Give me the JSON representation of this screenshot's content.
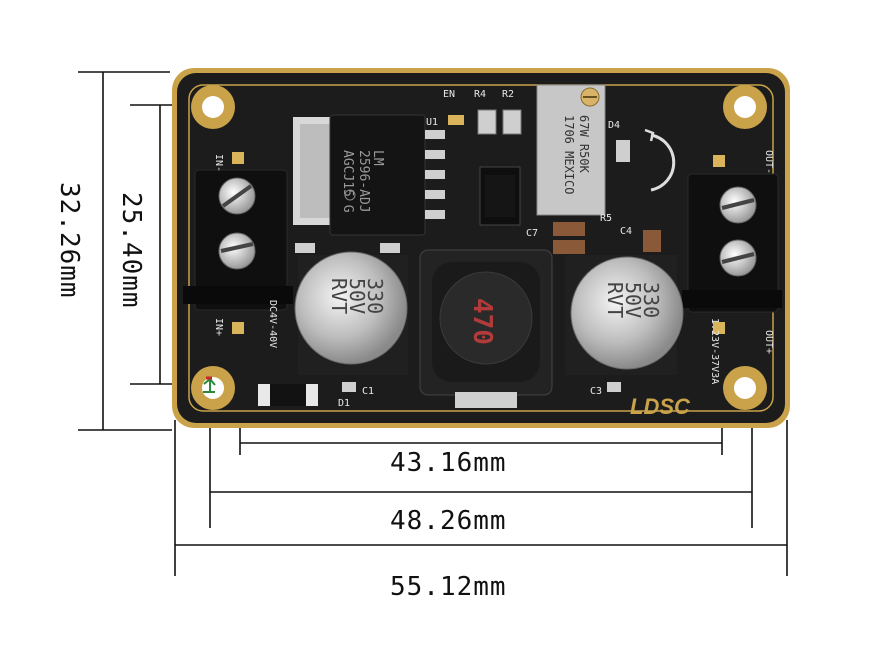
{
  "dimensions": {
    "total_width": "55.12mm",
    "hole_pitch_width": "48.26mm",
    "inner_width": "43.16mm",
    "total_height": "32.26mm",
    "hole_pitch_height": "25.40mm"
  },
  "pcb": {
    "brand": "LDSC",
    "ic_label_1": "LM",
    "ic_label_2": "2596-ADJ",
    "ic_label_3": "AGCJ15 G",
    "pot_label_1": "67W R50K",
    "pot_label_2": "1706 MEXICO",
    "cap_left": [
      "330",
      "50V",
      "RVT"
    ],
    "cap_right": [
      "330",
      "50V",
      "RVT"
    ],
    "inductor_label": "470",
    "silk": {
      "en": "EN",
      "r4": "R4",
      "r2": "R2",
      "u1": "U1",
      "d4": "D4",
      "r5": "R5",
      "c7": "C7",
      "c4": "C4",
      "c1": "C1",
      "c3": "C3",
      "d1": "D1",
      "in_minus": "IN-",
      "in_plus": "IN+",
      "out_minus": "OUT-",
      "out_plus": "OUT+",
      "dc_in": "DC4V-40V",
      "out_range": "1.23V-37V3A"
    }
  },
  "colors": {
    "board": "#1c1c1c",
    "gold": "#c9a24a",
    "line": "#111111"
  }
}
